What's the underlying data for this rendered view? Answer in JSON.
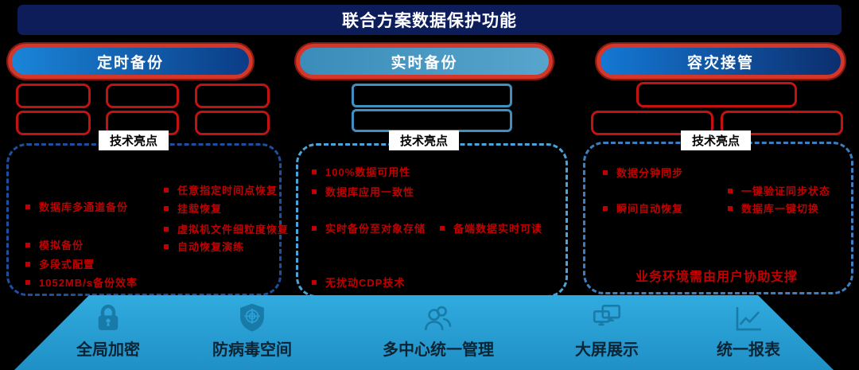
{
  "title": "联合方案数据保护功能",
  "sections": [
    {
      "header": "定时备份",
      "highlight_label": "技术亮点",
      "bullets_left": [
        "数据库多通道备份",
        "模拟备份",
        "多段式配置",
        "1052MB/s备份效率"
      ],
      "bullets_right": [
        "任意指定时间点恢复",
        "挂载恢复",
        "虚拟机文件细粒度恢复",
        "自动恢复演练"
      ]
    },
    {
      "header": "实时备份",
      "highlight_label": "技术亮点",
      "bullets_left": [
        "100%数据可用性",
        "数据库应用一致性",
        "实时备份至对象存储",
        "无扰动CDP技术"
      ],
      "bullets_right": [
        "备端数据实时可读"
      ]
    },
    {
      "header": "容灾接管",
      "highlight_label": "技术亮点",
      "bullets_left": [
        "数据分钟同步",
        "瞬间自动恢复"
      ],
      "bullets_right": [
        "一键验证同步状态",
        "数据库一键切换"
      ],
      "footnote": "业务环境需由用户协助支撑"
    }
  ],
  "bottom_bar": {
    "items": [
      {
        "icon": "lock-icon",
        "label": "全局加密"
      },
      {
        "icon": "shield-icon",
        "label": "防病毒空间"
      },
      {
        "icon": "users-icon",
        "label": "多中心统一管理"
      },
      {
        "icon": "monitors-icon",
        "label": "大屏展示"
      },
      {
        "icon": "chart-icon",
        "label": "统一报表"
      }
    ]
  },
  "colors": {
    "background": "#000000",
    "header_bg": "#0d1d5a",
    "pill_border": "#d2372a",
    "pill1_gradient": [
      "#1a85d8",
      "#0b3c86"
    ],
    "pill2_gradient": [
      "#3b8cba",
      "#57a5cd"
    ],
    "pill3_gradient": [
      "#1478d4",
      "#0c2e6e"
    ],
    "red_box_border": "#c41212",
    "blue_box_border": "#3f8fc0",
    "bigbox_borders": [
      "#1c4f9e",
      "#4ba4d9",
      "#3c7fc0"
    ],
    "bullet_text": "#c00000",
    "highlight_bg": "#ffffff",
    "trapezoid_gradient": [
      "#31abdf",
      "#1f90c6"
    ],
    "bottom_label": "#0b2434"
  }
}
